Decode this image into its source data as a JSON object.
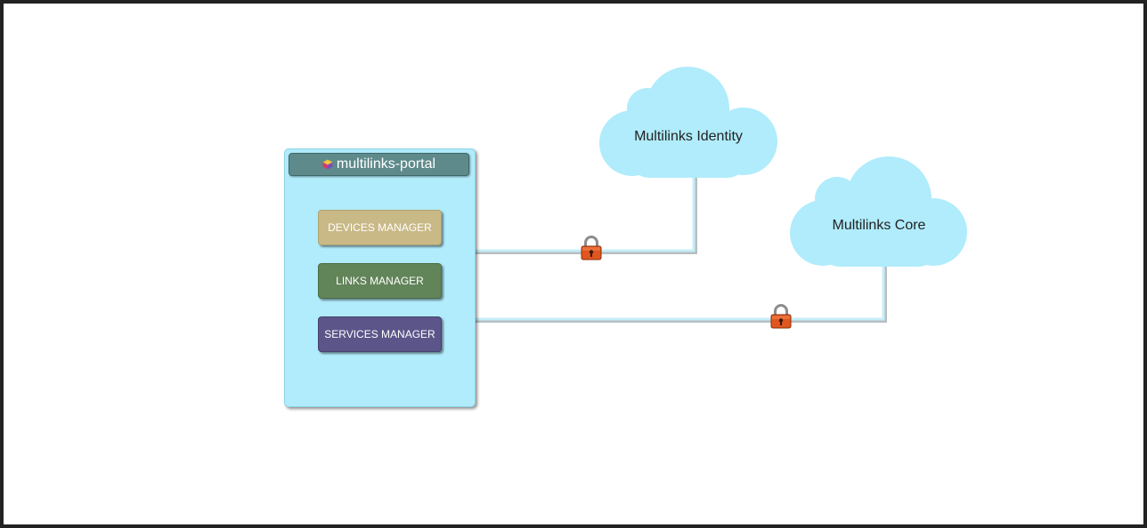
{
  "portal": {
    "title": "multilinks-portal",
    "buttons": [
      {
        "label": "DEVICES MANAGER",
        "color": "#c9b987"
      },
      {
        "label": "LINKS MANAGER",
        "color": "#628459"
      },
      {
        "label": "SERVICES MANAGER",
        "color": "#5b5589"
      }
    ]
  },
  "clouds": [
    {
      "label": "Multilinks Identity",
      "color": "#b0ecfb"
    },
    {
      "label": "Multilinks Core",
      "color": "#b0ecfb"
    }
  ],
  "connections": [
    {
      "from": "multilinks-portal",
      "to": "Multilinks Identity",
      "secured": true,
      "lock_icon": "padlock-icon"
    },
    {
      "from": "multilinks-portal",
      "to": "Multilinks Core",
      "secured": true,
      "lock_icon": "padlock-icon"
    }
  ],
  "colors": {
    "connector": "#bfe9f5",
    "lock_body": "#e0561e",
    "panel": "#b0ecfb",
    "header": "#5e8a8b"
  }
}
